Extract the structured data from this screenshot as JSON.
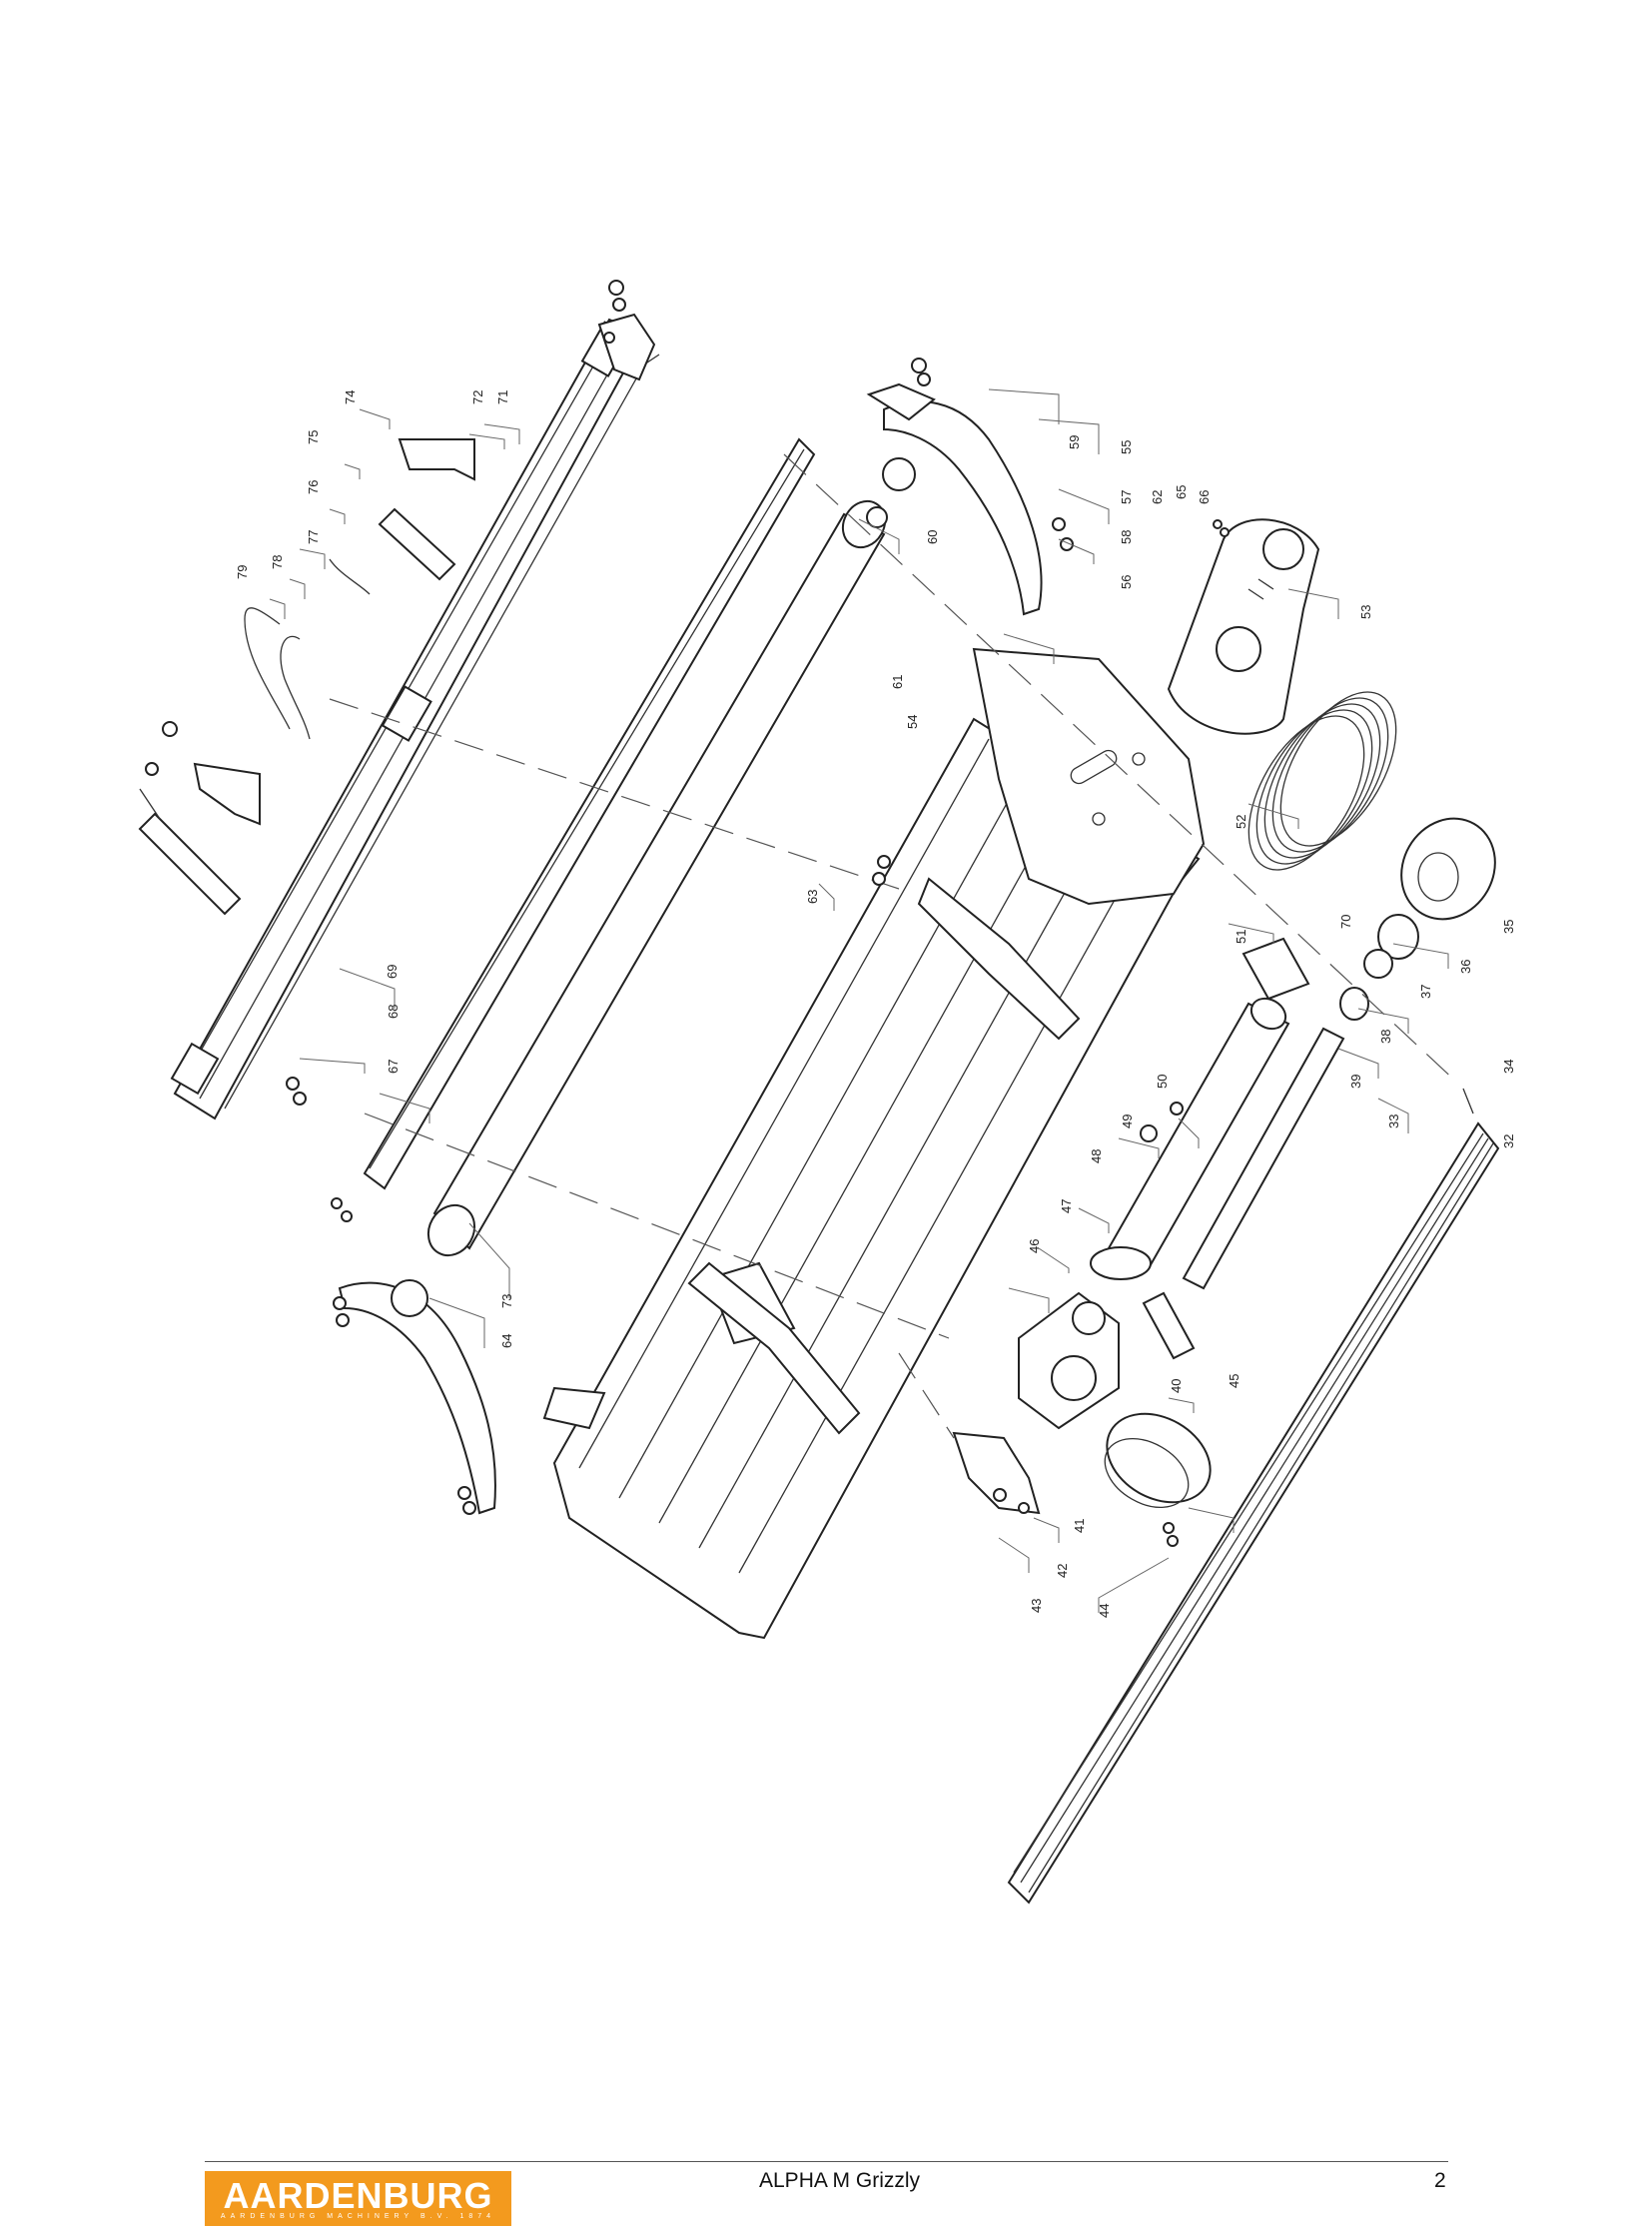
{
  "footer": {
    "brand_name": "AARDENBURG",
    "brand_tagline": "AARDENBURG MACHINERY B.V. 1874",
    "document_title": "ALPHA M Grizzly",
    "page_number": "2"
  },
  "colors": {
    "brand_orange": "#f39a1e",
    "line": "#222222"
  },
  "drawing": {
    "part_numbers": [
      "32",
      "33",
      "34",
      "35",
      "36",
      "37",
      "38",
      "39",
      "40",
      "41",
      "42",
      "43",
      "44",
      "45",
      "46",
      "47",
      "48",
      "49",
      "50",
      "51",
      "52",
      "53",
      "54",
      "55",
      "56",
      "57",
      "58",
      "59",
      "60",
      "61",
      "62",
      "63",
      "64",
      "65",
      "66",
      "67",
      "68",
      "69",
      "70",
      "71",
      "72",
      "73",
      "74",
      "75",
      "76",
      "77",
      "78",
      "79"
    ]
  }
}
